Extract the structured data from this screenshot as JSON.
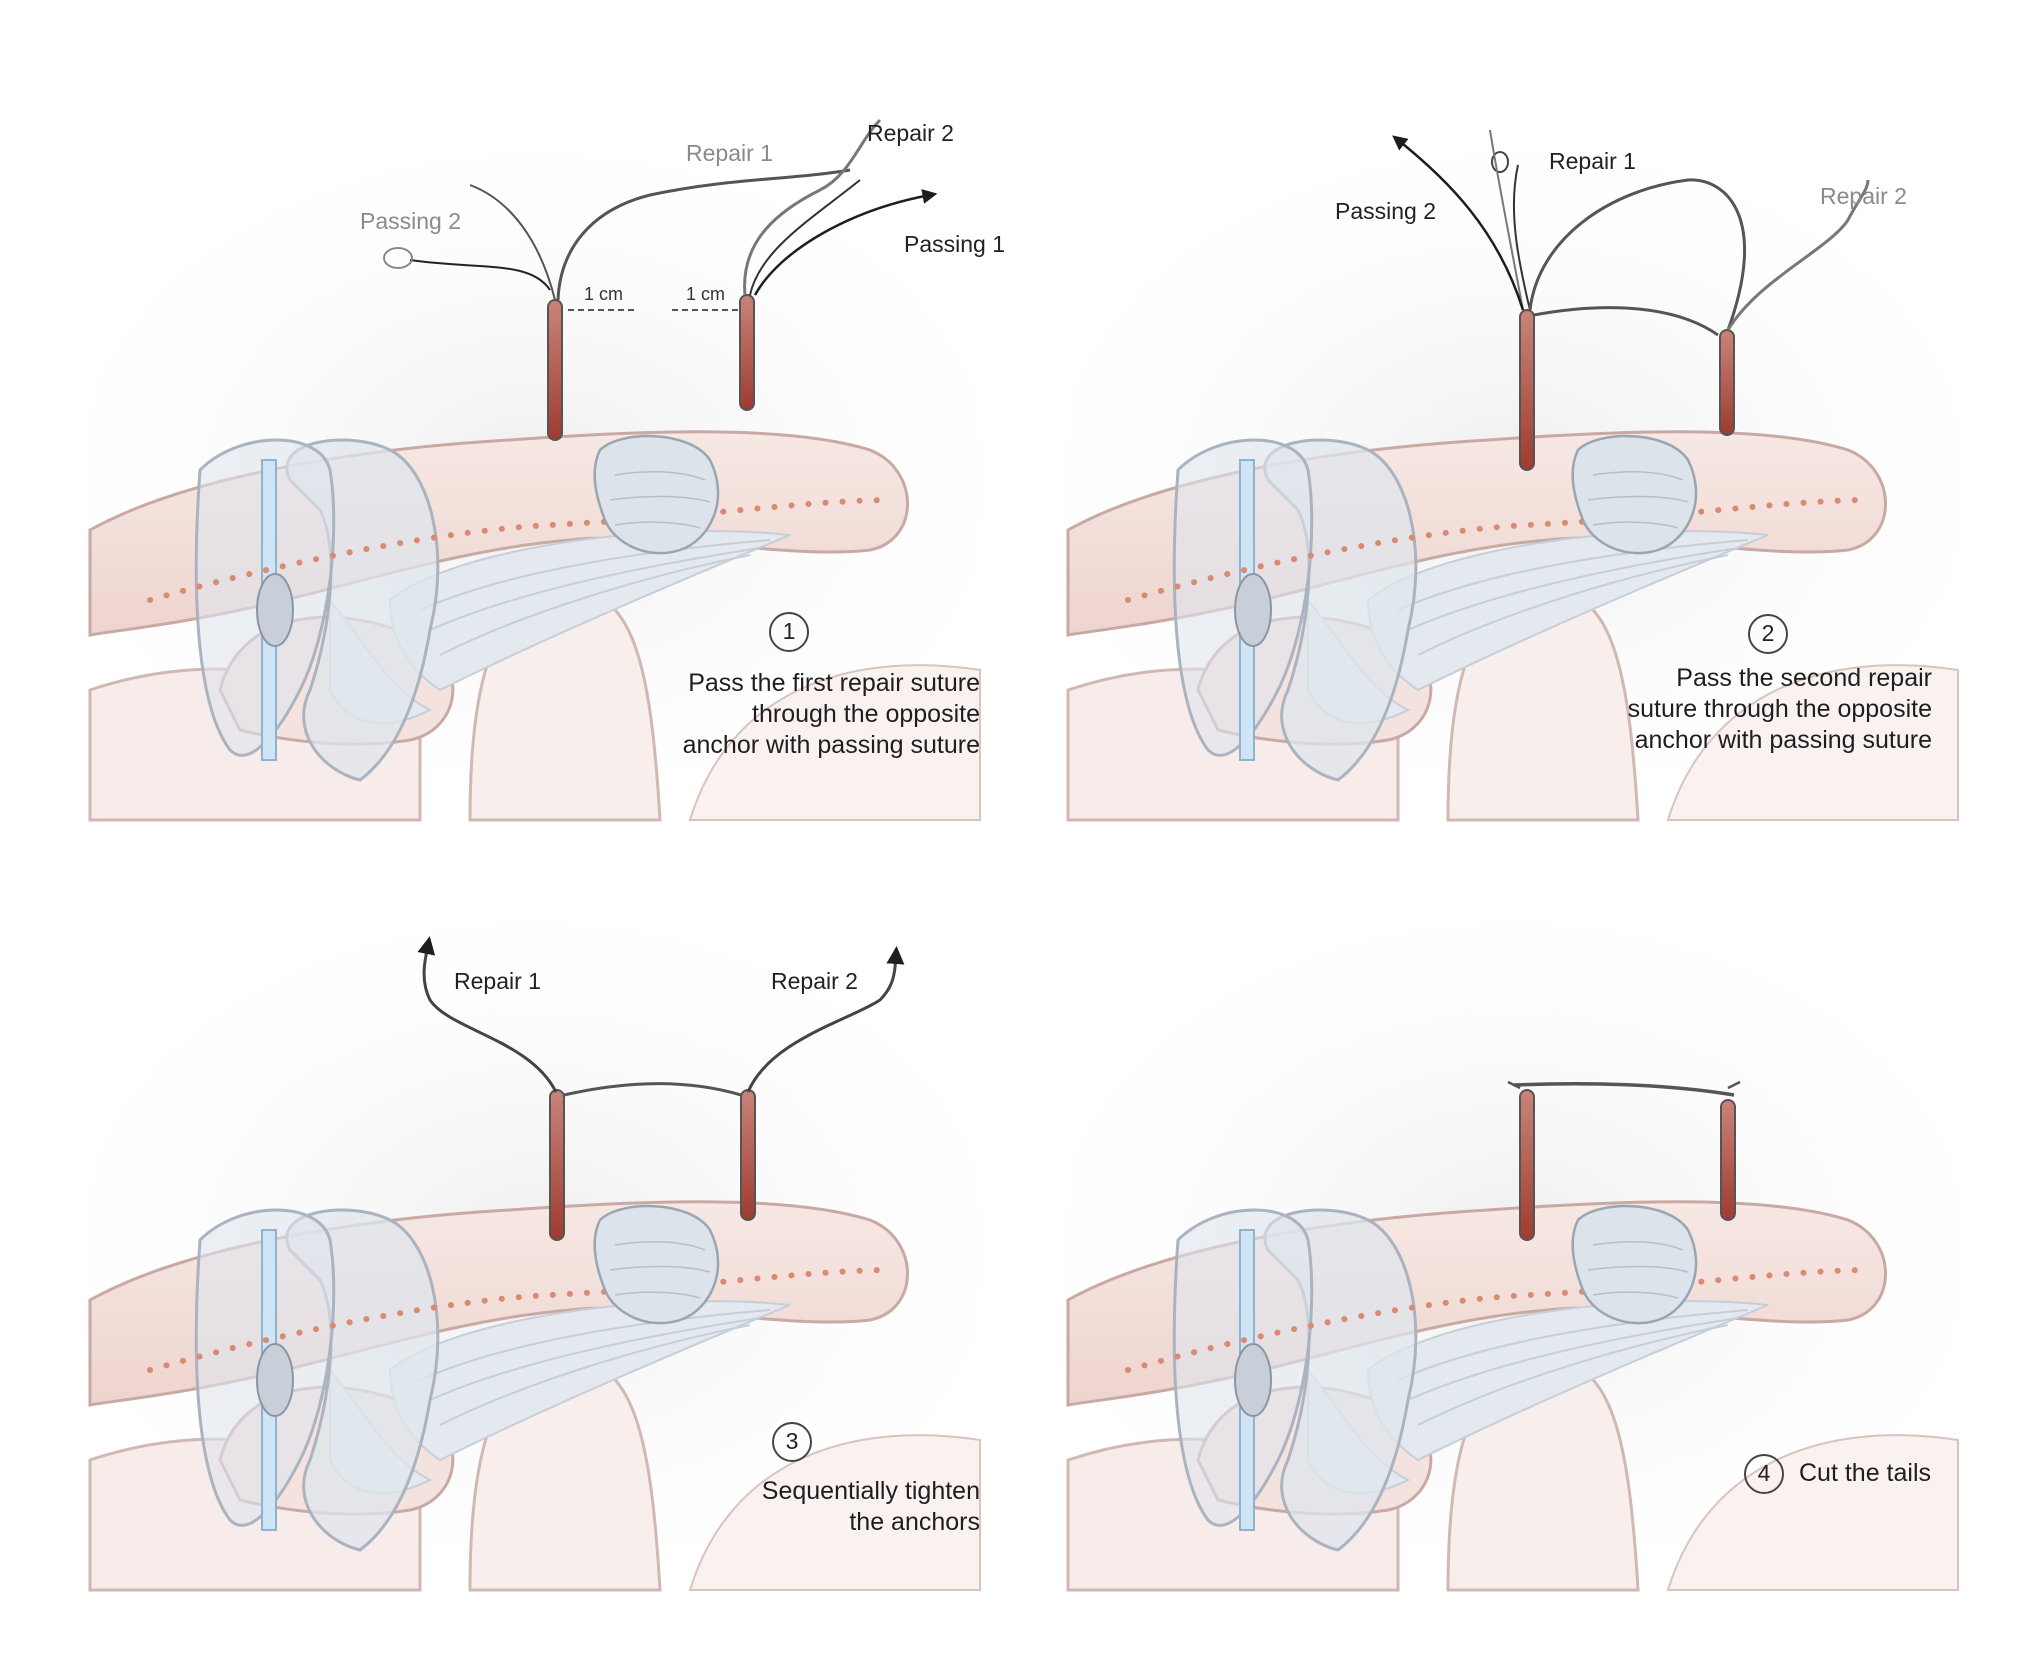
{
  "panels": [
    {
      "step": "1",
      "caption_lines": [
        "Pass the first repair suture",
        "through the opposite",
        "anchor with passing suture"
      ],
      "labels": {
        "repair1": "Repair 1",
        "repair2": "Repair 2",
        "passing1": "Passing 1",
        "passing2": "Passing 2"
      },
      "measure_left": "1 cm",
      "measure_right": "1 cm"
    },
    {
      "step": "2",
      "caption_lines": [
        "Pass the second repair",
        "suture through the opposite",
        "anchor with passing suture"
      ],
      "labels": {
        "repair1": "Repair 1",
        "repair2": "Repair 2",
        "passing2": "Passing 2"
      }
    },
    {
      "step": "3",
      "caption_lines": [
        "Sequentially tighten",
        "the anchors"
      ],
      "labels": {
        "repair1": "Repair 1",
        "repair2": "Repair 2"
      }
    },
    {
      "step": "4",
      "caption_lines": [
        "Cut the tails"
      ],
      "labels": {}
    }
  ],
  "colors": {
    "bone": "#f3e1dc",
    "bone_edge": "#c9a9a3",
    "ligament": "#e4e9ef",
    "dots": "#d98a72",
    "anchor": "#b0473a",
    "suture": "#4a4a4a",
    "active_label": "#222222",
    "inactive_label": "#8a8a8a"
  },
  "icons": [
    "clavicle-bone",
    "coracoid-bone",
    "anchor-implant",
    "suture-thread",
    "arrow-tip",
    "graft-loop"
  ]
}
